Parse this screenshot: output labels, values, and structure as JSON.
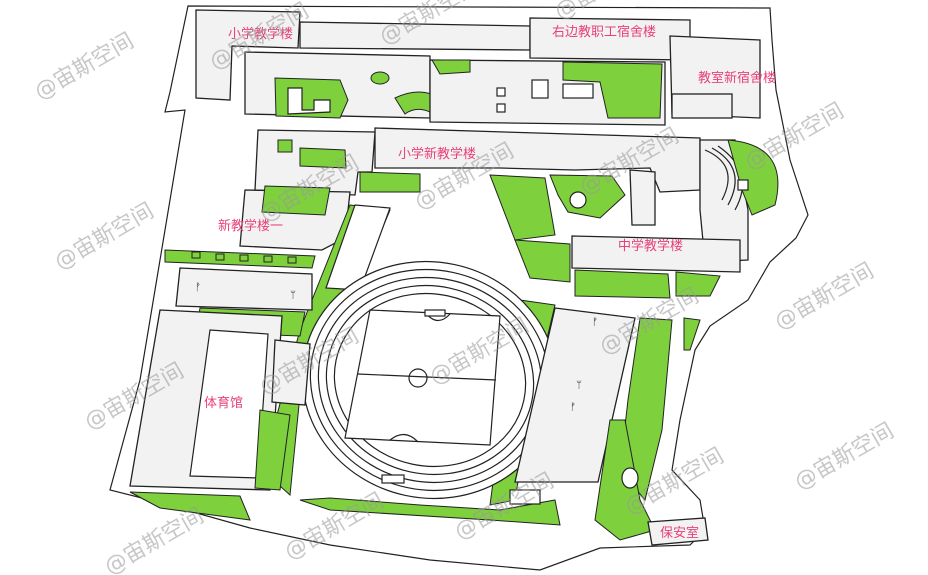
{
  "map": {
    "labels": {
      "primary_building": "小学教学楼",
      "right_staff_dorm": "右边教职工宿舍楼",
      "teacher_new_dorm": "教室新宿舍楼",
      "primary_new_building": "小学新教学楼",
      "new_building_one": "新教学楼一",
      "middle_school_building": "中学教学楼",
      "gymnasium": "体育馆",
      "security_room": "保安室"
    },
    "watermark": "@宙斯空间",
    "colors": {
      "grass": "#7ed13d",
      "building": "#f2f2f2",
      "label": "#e8417a",
      "outline": "#222222"
    }
  }
}
